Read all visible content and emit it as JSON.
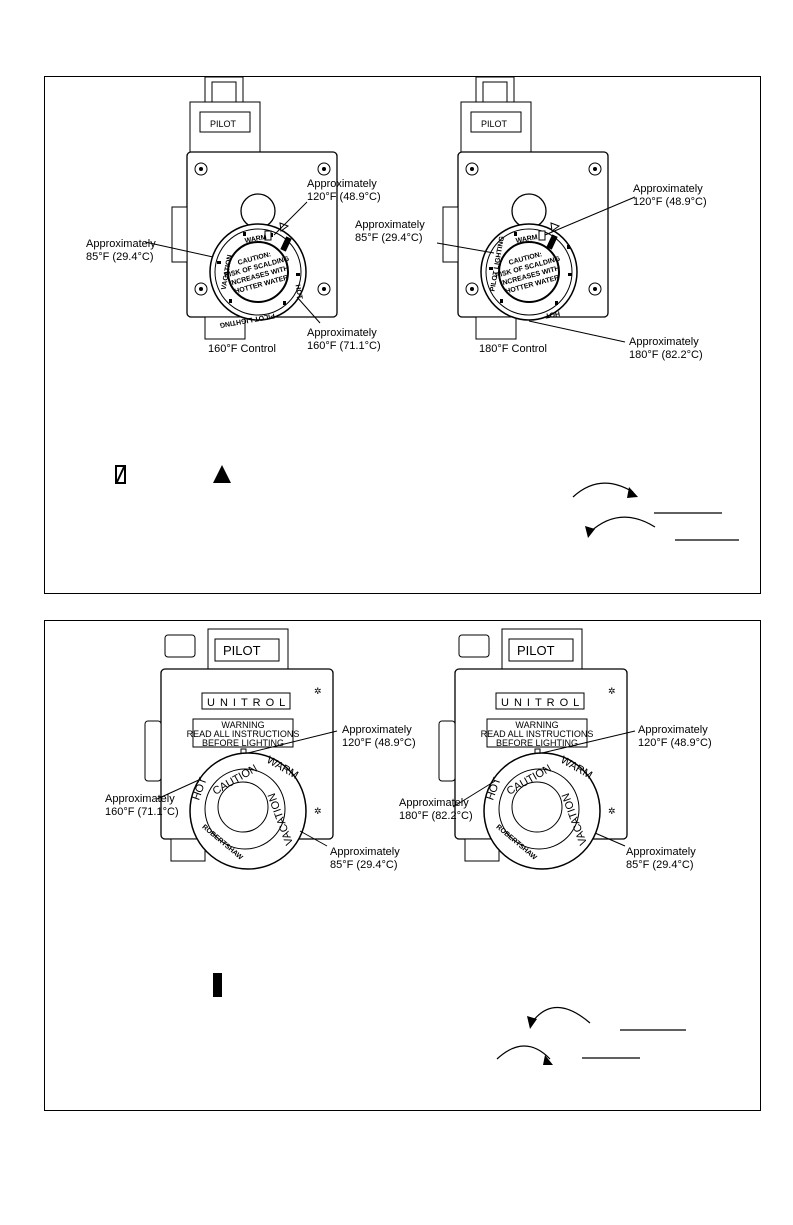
{
  "panel1": {
    "left": {
      "pilot": "PILOT",
      "warm": "WARM",
      "vacation": "VACATION",
      "pilot_lighting": "PILOT LIGHTING",
      "hot": "HOT",
      "caution_lines": [
        "CAUTION:",
        "RISK OF SCALDING",
        "INCREASES WITH",
        "HOTTER WATER"
      ],
      "control_label": "160°F  Control",
      "callout_120": [
        "Approximately",
        "120°F  (48.9°C)"
      ],
      "callout_85": [
        "Approximately",
        "85°F  (29.4°C)"
      ],
      "callout_160": [
        "Approximately",
        "160°F  (71.1°C)"
      ]
    },
    "right": {
      "pilot": "PILOT",
      "warm": "WARM",
      "pilot_lighting": "PILOT LIGHTING",
      "hot": "HOT",
      "caution_lines": [
        "CAUTION:",
        "RISK OF SCALDING",
        "INCREASES WITH",
        "HOTTER WATER"
      ],
      "control_label": "180°F  Control",
      "callout_120": [
        "Approximately",
        "120°F  (48.9°C)"
      ],
      "callout_85": [
        "Approximately",
        "85°F  (29.4°C)"
      ],
      "callout_180": [
        "Approximately",
        "180°F  (82.2°C)"
      ]
    }
  },
  "panel2": {
    "left": {
      "pilot": "PILOT",
      "brand": "UNITROL",
      "warning_lines": [
        "WARNING",
        "READ ALL INSTRUCTIONS",
        "BEFORE      LIGHTING"
      ],
      "caution": "CAUTION",
      "hot": "HOT",
      "warm": "WARM",
      "vacation": "VACATION",
      "maker": "ROBERTSHAW",
      "callout_120": [
        "Approximately",
        "120°F  (48.9°C)"
      ],
      "callout_160": [
        "Approximately",
        "160°F  (71.1°C)"
      ],
      "callout_85": [
        "Approximately",
        "85°F  (29.4°C)"
      ]
    },
    "right": {
      "pilot": "PILOT",
      "brand": "UNITROL",
      "warning_lines": [
        "WARNING",
        "READ ALL INSTRUCTIONS",
        "BEFORE      LIGHTING"
      ],
      "caution": "CAUTION",
      "hot": "HOT",
      "warm": "WARM",
      "vacation": "VACATION",
      "maker": "ROBERTSHAW",
      "callout_120": [
        "Approximately",
        "120°F  (48.9°C)"
      ],
      "callout_180": [
        "Approximately",
        "180°F  (82.2°C)"
      ],
      "callout_85": [
        "Approximately",
        "85°F  (29.4°C)"
      ]
    }
  }
}
